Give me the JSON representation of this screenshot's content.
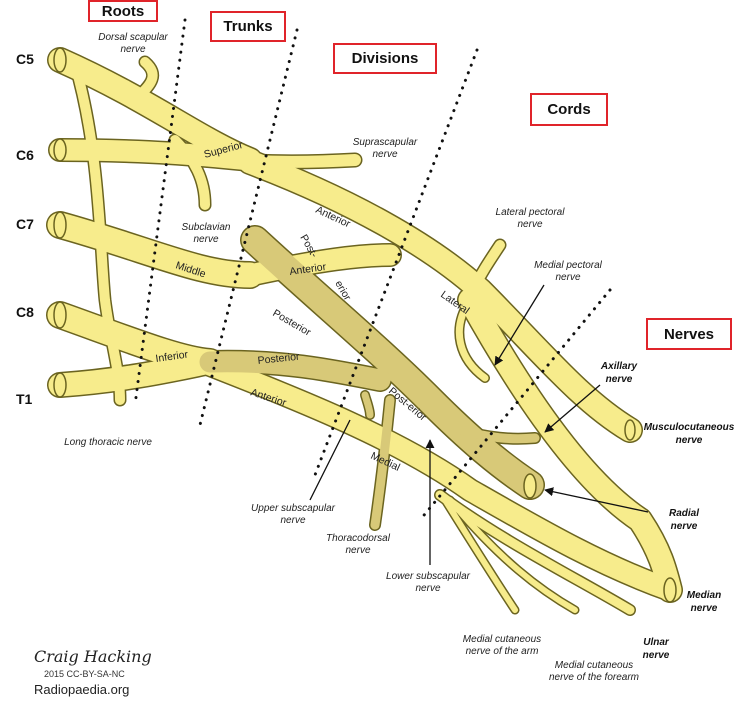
{
  "headers": {
    "roots": "Roots",
    "trunks": "Trunks",
    "divisions": "Divisions",
    "cords": "Cords",
    "nerves": "Nerves"
  },
  "root_labels": [
    "C5",
    "C6",
    "C7",
    "C8",
    "T1"
  ],
  "segments": {
    "superior": "Superior",
    "middle": "Middle",
    "inferior": "Inferior",
    "anterior_1": "Anterior",
    "anterior_2": "Anterior",
    "anterior_3": "Anterior",
    "posterior_1": "Posterior",
    "posterior_2": "Posterior",
    "post_erior_1a": "Post-",
    "post_erior_1b": "erior",
    "post_erior_2": "Post-erior",
    "lateral": "Lateral",
    "medial": "Medial"
  },
  "branch_labels": {
    "dorsal_scapular": "Dorsal scapular\nnerve",
    "suprascapular": "Suprascapular\nnerve",
    "subclavian": "Subclavian\nnerve",
    "lateral_pectoral": "Lateral pectoral\nnerve",
    "medial_pectoral": "Medial pectoral\nnerve",
    "long_thoracic": "Long thoracic nerve",
    "upper_subscapular": "Upper subscapular\nnerve",
    "thoracodorsal": "Thoracodorsal\nnerve",
    "lower_subscapular": "Lower subscapular\nnerve",
    "medial_cut_arm": "Medial cutaneous\nnerve of the arm",
    "medial_cut_forearm": "Medial cutaneous\nnerve of the forearm"
  },
  "terminal_nerves": {
    "axillary": "Axillary\nnerve",
    "musculocutaneous": "Musculocutaneous\nnerve",
    "radial": "Radial\nnerve",
    "median": "Median\nnerve",
    "ulnar": "Ulnar\nnerve"
  },
  "credits": {
    "author": "Craig Hacking",
    "license": "2015 CC-BY-SA-NC",
    "site": "Radiopaedia.org"
  },
  "colors": {
    "nerve_fill": "#f7ec8c",
    "nerve_outline": "#6b6420",
    "posterior_fill": "#d8c978",
    "header_border": "#e0242a"
  }
}
